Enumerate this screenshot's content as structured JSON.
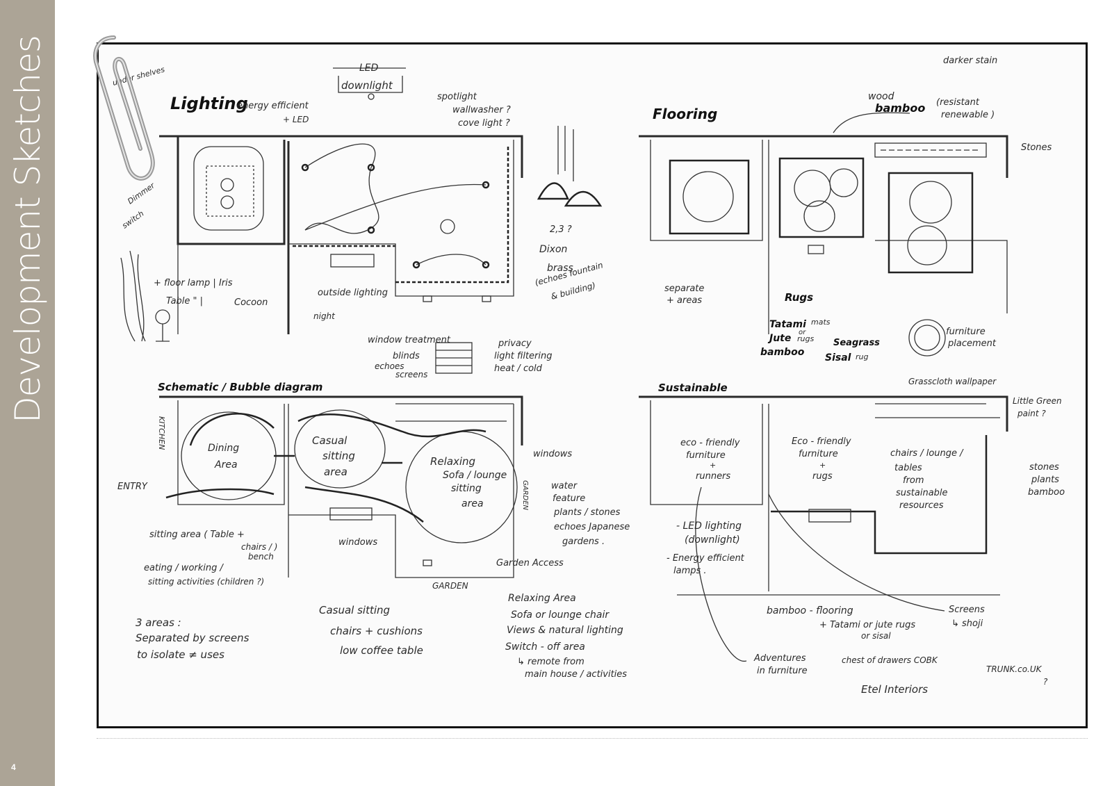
{
  "page": {
    "title": "Development Sketches",
    "number": "4"
  },
  "lighting": {
    "heading": "Lighting",
    "energy": "energy efficient",
    "led_tag": "+ LED",
    "under_shelves": "under shelves",
    "led_downlight_top": "LED",
    "led_downlight_bottom": "downlight",
    "spotlight": "spotlight",
    "wallwasher": "wallwasher ?",
    "cove_light": "cove light ?",
    "dimmer": "Dimmer",
    "switch": "switch",
    "dixon_num": "2,3 ?",
    "dixon": "Dixon",
    "brass": "brass",
    "echoes_fountain": "(echoes fountain",
    "and_building": "& building)",
    "floor_lamp": "+ floor lamp | Iris",
    "table": "Table  \" |",
    "cocoon": "Cocoon",
    "outside_lighting": "outside lighting",
    "night": "night",
    "window_treatment": "window treatment",
    "blinds": "blinds",
    "echoes_screens_1": "echoes",
    "echoes_screens_2": "screens",
    "privacy": "privacy",
    "light_filtering": "light filtering",
    "heat_cold": "heat / cold"
  },
  "flooring": {
    "heading": "Flooring",
    "darker_stain": "darker stain",
    "wood": "wood",
    "bamboo": "bamboo",
    "resistant": "(resistant",
    "renewable": "renewable )",
    "stones": "Stones",
    "separate": "separate",
    "areas": "+ areas",
    "rugs": "Rugs",
    "tatami": "Tatami",
    "mats": "mats",
    "or": "or",
    "jute": "Jute",
    "rugs2": "rugs",
    "bamboo2": "bamboo",
    "seagrass": "Seagrass",
    "sisal": "Sisal",
    "rug": "rug",
    "furniture": "furniture",
    "placement": "placement"
  },
  "schematic": {
    "heading": "Schematic / Bubble diagram",
    "kitchen": "KITCHEN",
    "dining1": "Dining",
    "dining2": "Area",
    "casual1": "Casual",
    "casual2": "sitting",
    "casual3": "area",
    "relax1": "Relaxing",
    "relax2": "Sofa / lounge",
    "relax3": "sitting",
    "relax4": "area",
    "entry": "ENTRY",
    "windows_r": "windows",
    "garden_v": "GARDEN",
    "water1": "water",
    "water2": "feature",
    "water3": "plants / stones",
    "water4": "echoes Japanese",
    "water5": "gardens .",
    "windows_b": "windows",
    "garden_access": "Garden Access",
    "garden_b": "GARDEN",
    "sitting_area1": "sitting area ( Table +",
    "sitting_area2": "chairs / )",
    "sitting_area3": "bench",
    "eating1": "eating / working /",
    "eating2": "sitting activities (children ?)",
    "three_areas1": "3 areas :",
    "three_areas2": "Separated by screens",
    "three_areas3": "to isolate ≠ uses",
    "casual_note1": "Casual sitting",
    "casual_note2": "chairs + cushions",
    "casual_note3": "low coffee table",
    "relax_note1": "Relaxing Area",
    "relax_note2": "Sofa or lounge chair",
    "relax_note3": "Views & natural lighting",
    "relax_note4": "Switch - off area",
    "relax_note5": "↳ remote from",
    "relax_note6": "main house / activities"
  },
  "sustainable": {
    "heading": "Sustainable",
    "grasscloth": "Grasscloth wallpaper",
    "little_green1": "Little Green",
    "little_green2": "paint ?",
    "eco1a": "eco - friendly",
    "eco1b": "furniture",
    "eco1c": "+",
    "eco1d": "runners",
    "eco2a": "Eco - friendly",
    "eco2b": "furniture",
    "eco2c": "+",
    "eco2d": "rugs",
    "chairs1": "chairs / lounge /",
    "chairs2": "tables",
    "chairs3": "from",
    "chairs4": "sustainable",
    "chairs5": "resources",
    "stones1": "stones",
    "stones2": "plants",
    "stones3": "bamboo",
    "led1": "- LED lighting",
    "led2": "(downlight)",
    "led3": "- Energy efficient",
    "led4": "lamps .",
    "bamboo_flooring": "bamboo - flooring",
    "tatami_note": "+ Tatami or jute rugs",
    "or_sisal": "or sisal",
    "screens": "Screens",
    "shoji": "↳ shoji",
    "adventures1": "Adventures",
    "adventures2": "in furniture",
    "chest": "chest of drawers  COBK",
    "trunk": "TRUNK.co.UK",
    "trunk_q": "?",
    "etel": "Etel Interiors"
  },
  "colors": {
    "sidebar": "#aca496",
    "ink": "#2a2a2a"
  }
}
